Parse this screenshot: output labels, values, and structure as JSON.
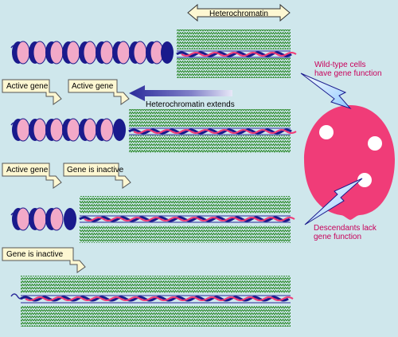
{
  "labels": {
    "heterochromatin": "Heterochromatin",
    "heterochromatin_extends": "Heterochromatin extends",
    "active_gene": "Active gene",
    "gene_inactive": "Gene is inactive",
    "wild_type_line1": "Wild-type cells",
    "wild_type_line2": "have gene function",
    "descendants_line1": "Descendants lack",
    "descendants_line2": "gene function"
  },
  "colors": {
    "background": "#cfe7ec",
    "nucleosome_blue": "#1a1a8c",
    "nucleosome_pink": "#f2a9c8",
    "heterochromatin_green": "#2e8b2e",
    "cell_pink": "#f03c78",
    "label_magenta": "#c8005a",
    "callout_fill": "#fdf7d2"
  }
}
